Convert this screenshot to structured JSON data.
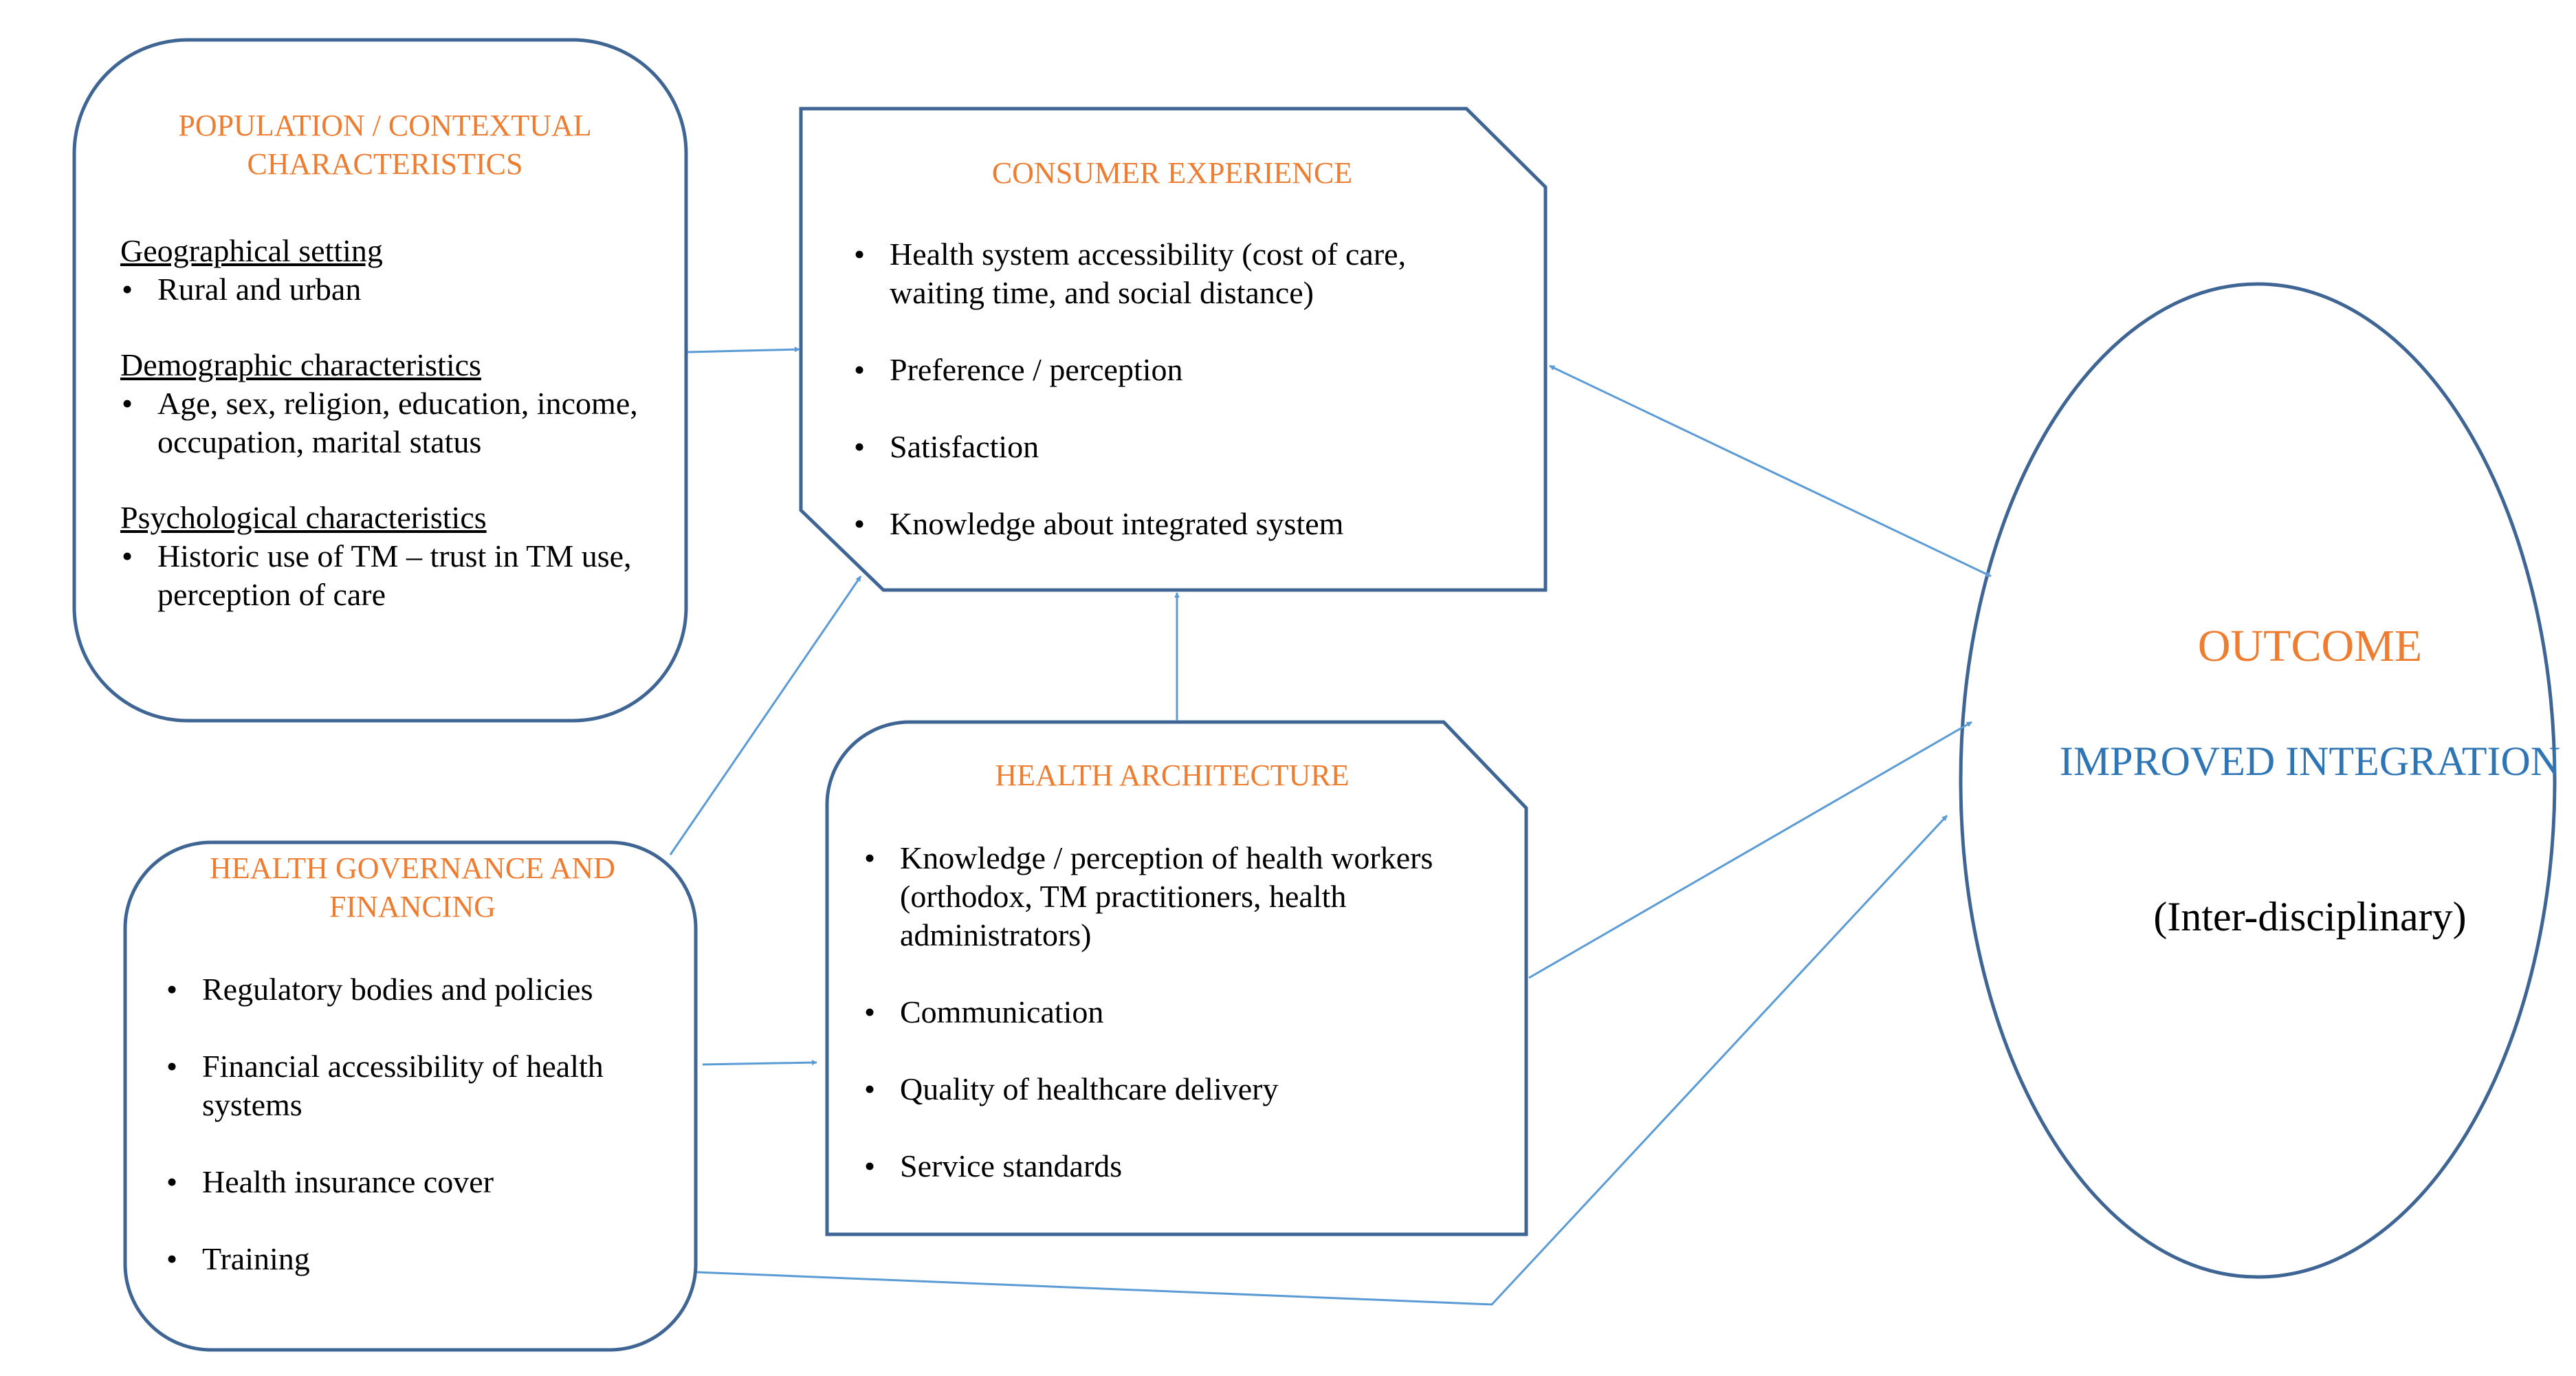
{
  "population": {
    "title": "POPULATION / CONTEXTUAL CHARACTERISTICS",
    "groups": [
      {
        "label": "Geographical setting",
        "items": [
          "Rural and urban"
        ]
      },
      {
        "label": "Demographic characteristics",
        "items": [
          "Age, sex, religion, education, income, occupation, marital status"
        ]
      },
      {
        "label": "Psychological characteristics",
        "items": [
          "Historic use of TM – trust in TM use, perception of care"
        ]
      }
    ]
  },
  "consumer": {
    "title": "CONSUMER EXPERIENCE",
    "items": [
      "Health system accessibility (cost of care, waiting time, and social distance)",
      "Preference / perception",
      "Satisfaction",
      "Knowledge about integrated system"
    ]
  },
  "governance": {
    "title": "HEALTH GOVERNANCE AND FINANCING",
    "items": [
      "Regulatory bodies and policies",
      "Financial accessibility of health systems",
      "Health insurance cover",
      "Training"
    ]
  },
  "architecture": {
    "title": "HEALTH ARCHITECTURE",
    "items": [
      "Knowledge / perception of health workers (orthodox, TM practitioners, health administrators)",
      "Communication",
      "Quality of healthcare delivery",
      "Service standards"
    ]
  },
  "outcome": {
    "title": "OUTCOME",
    "main": "IMPROVED INTEGRATION",
    "sub": "(Inter-disciplinary)"
  },
  "colors": {
    "box_border": "#3e6594",
    "arrow": "#5b9bd5",
    "heading": "#ed7d31",
    "outcome_main": "#2e75b6"
  }
}
